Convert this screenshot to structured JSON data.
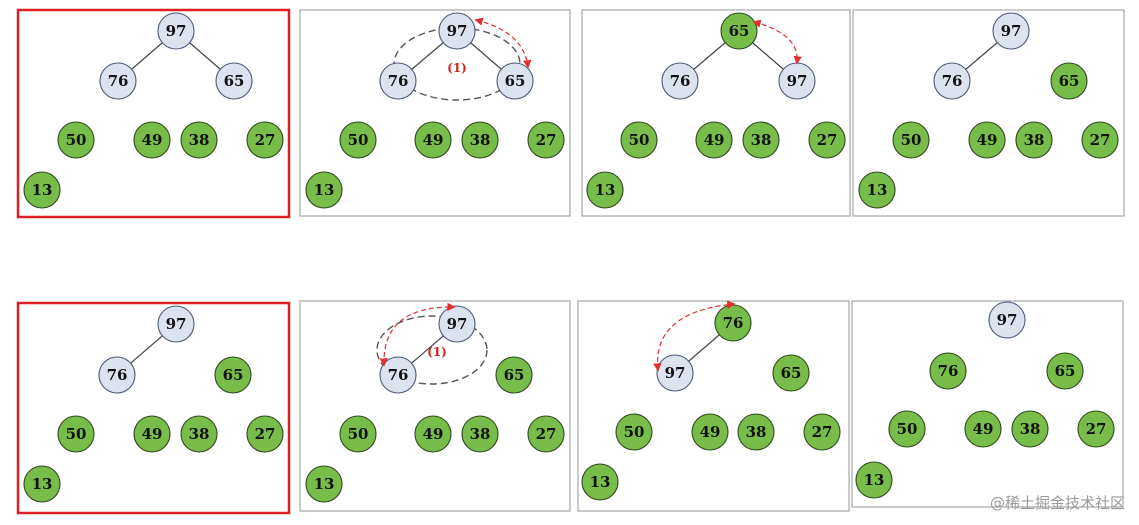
{
  "colors": {
    "blue_fill": "#dde3ee",
    "green_fill": "#78bc4a",
    "highlight_border": "#e02020",
    "panel_border": "#a6a6a6",
    "arrow": "#e03030",
    "label_red": "#d42020"
  },
  "panels": [
    {
      "id": "p1",
      "highlight": true,
      "nodes": [
        {
          "v": "97",
          "c": "blue"
        },
        {
          "v": "76",
          "c": "blue"
        },
        {
          "v": "65",
          "c": "blue"
        },
        {
          "v": "50",
          "c": "green"
        },
        {
          "v": "49",
          "c": "green"
        },
        {
          "v": "38",
          "c": "green"
        },
        {
          "v": "27",
          "c": "green"
        },
        {
          "v": "13",
          "c": "green"
        }
      ],
      "edges": [
        [
          0,
          1
        ],
        [
          0,
          2
        ]
      ]
    },
    {
      "id": "p2",
      "highlight": false,
      "label": "(1)",
      "nodes": [
        {
          "v": "97",
          "c": "blue"
        },
        {
          "v": "76",
          "c": "blue"
        },
        {
          "v": "65",
          "c": "blue"
        },
        {
          "v": "50",
          "c": "green"
        },
        {
          "v": "49",
          "c": "green"
        },
        {
          "v": "38",
          "c": "green"
        },
        {
          "v": "27",
          "c": "green"
        },
        {
          "v": "13",
          "c": "green"
        }
      ],
      "edges": [
        [
          0,
          1
        ],
        [
          0,
          2
        ]
      ]
    },
    {
      "id": "p3",
      "highlight": false,
      "nodes": [
        {
          "v": "65",
          "c": "green"
        },
        {
          "v": "76",
          "c": "blue"
        },
        {
          "v": "97",
          "c": "blue"
        },
        {
          "v": "50",
          "c": "green"
        },
        {
          "v": "49",
          "c": "green"
        },
        {
          "v": "38",
          "c": "green"
        },
        {
          "v": "27",
          "c": "green"
        },
        {
          "v": "13",
          "c": "green"
        }
      ],
      "edges": [
        [
          0,
          1
        ],
        [
          0,
          2
        ]
      ]
    },
    {
      "id": "p4",
      "highlight": false,
      "nodes": [
        {
          "v": "97",
          "c": "blue"
        },
        {
          "v": "76",
          "c": "blue"
        },
        {
          "v": "65",
          "c": "green"
        },
        {
          "v": "50",
          "c": "green"
        },
        {
          "v": "49",
          "c": "green"
        },
        {
          "v": "38",
          "c": "green"
        },
        {
          "v": "27",
          "c": "green"
        },
        {
          "v": "13",
          "c": "green"
        }
      ],
      "edges": [
        [
          0,
          1
        ]
      ]
    },
    {
      "id": "p5",
      "highlight": true,
      "nodes": [
        {
          "v": "97",
          "c": "blue"
        },
        {
          "v": "76",
          "c": "blue"
        },
        {
          "v": "65",
          "c": "green"
        },
        {
          "v": "50",
          "c": "green"
        },
        {
          "v": "49",
          "c": "green"
        },
        {
          "v": "38",
          "c": "green"
        },
        {
          "v": "27",
          "c": "green"
        },
        {
          "v": "13",
          "c": "green"
        }
      ],
      "edges": [
        [
          0,
          1
        ]
      ]
    },
    {
      "id": "p6",
      "highlight": false,
      "label": "(1)",
      "nodes": [
        {
          "v": "97",
          "c": "blue"
        },
        {
          "v": "76",
          "c": "blue"
        },
        {
          "v": "65",
          "c": "green"
        },
        {
          "v": "50",
          "c": "green"
        },
        {
          "v": "49",
          "c": "green"
        },
        {
          "v": "38",
          "c": "green"
        },
        {
          "v": "27",
          "c": "green"
        },
        {
          "v": "13",
          "c": "green"
        }
      ],
      "edges": [
        [
          0,
          1
        ]
      ]
    },
    {
      "id": "p7",
      "highlight": false,
      "nodes": [
        {
          "v": "76",
          "c": "green"
        },
        {
          "v": "97",
          "c": "blue"
        },
        {
          "v": "65",
          "c": "green"
        },
        {
          "v": "50",
          "c": "green"
        },
        {
          "v": "49",
          "c": "green"
        },
        {
          "v": "38",
          "c": "green"
        },
        {
          "v": "27",
          "c": "green"
        },
        {
          "v": "13",
          "c": "green"
        }
      ],
      "edges": [
        [
          0,
          1
        ]
      ]
    },
    {
      "id": "p8",
      "highlight": false,
      "nodes": [
        {
          "v": "97",
          "c": "blue"
        },
        {
          "v": "76",
          "c": "green"
        },
        {
          "v": "65",
          "c": "green"
        },
        {
          "v": "50",
          "c": "green"
        },
        {
          "v": "49",
          "c": "green"
        },
        {
          "v": "38",
          "c": "green"
        },
        {
          "v": "27",
          "c": "green"
        },
        {
          "v": "13",
          "c": "green"
        }
      ],
      "edges": []
    }
  ],
  "watermark": "@稀土掘金技术社区"
}
